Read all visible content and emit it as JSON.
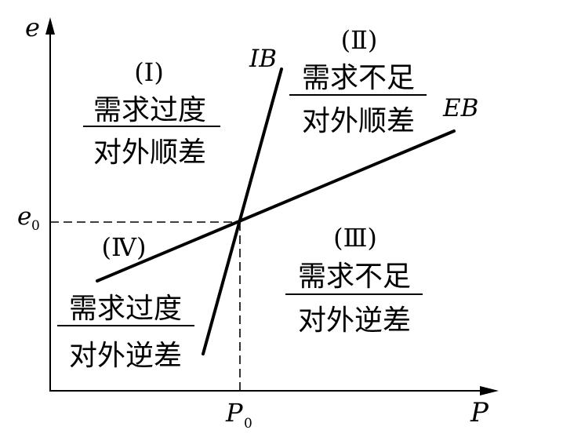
{
  "axes": {
    "x_label": "P",
    "y_label": "e",
    "x_mark_main": "P",
    "x_mark_sub": "0",
    "y_mark_main": "e",
    "y_mark_sub": "0"
  },
  "curves": {
    "ib": "IB",
    "eb": "EB"
  },
  "regions": {
    "r1": {
      "numeral": "(Ⅰ)",
      "line1": "需求过度",
      "line2": "对外顺差"
    },
    "r2": {
      "numeral": "(Ⅱ)",
      "line1": "需求不足",
      "line2": "对外顺差"
    },
    "r3": {
      "numeral": "(Ⅲ)",
      "line1": "需求不足",
      "line2": "对外逆差"
    },
    "r4": {
      "numeral": "(Ⅳ)",
      "line1": "需求过度",
      "line2": "对外逆差"
    }
  }
}
